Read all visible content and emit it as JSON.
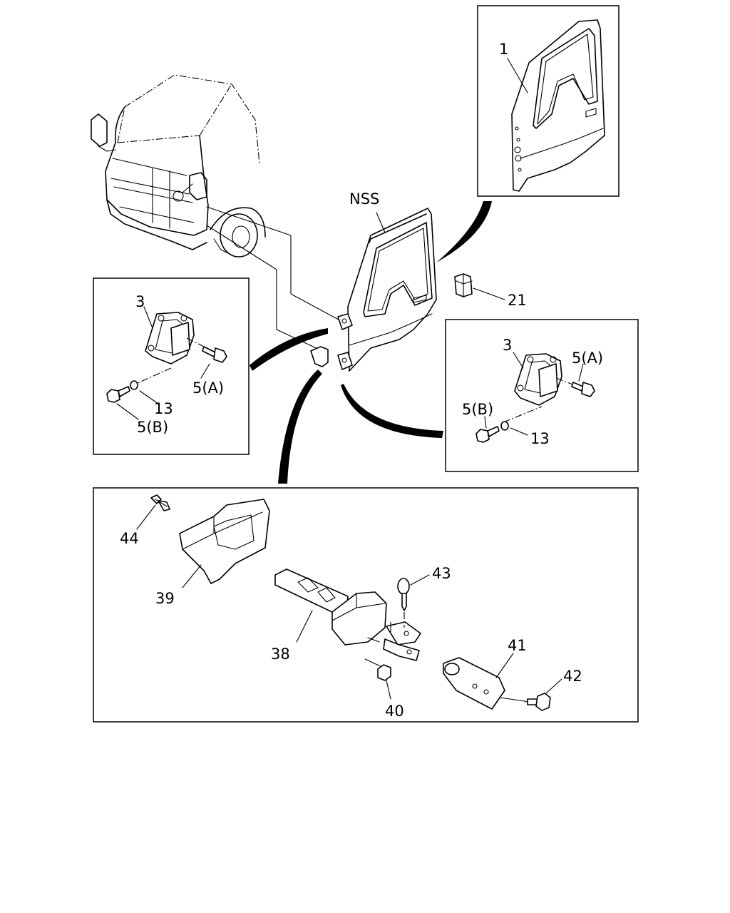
{
  "labels": {
    "door_part": "1",
    "nss": "NSS",
    "clip": "21",
    "left": {
      "hinge": "3",
      "bolt_a": "5(A)",
      "washer": "13",
      "bolt_b": "5(B)"
    },
    "right": {
      "hinge": "3",
      "bolt_a": "5(A)",
      "bolt_b": "5(B)",
      "washer": "13"
    },
    "bottom": {
      "clip": "44",
      "cover": "39",
      "check_link": "38",
      "pin": "43",
      "nut": "40",
      "bracket": "41",
      "bolt": "42"
    }
  }
}
